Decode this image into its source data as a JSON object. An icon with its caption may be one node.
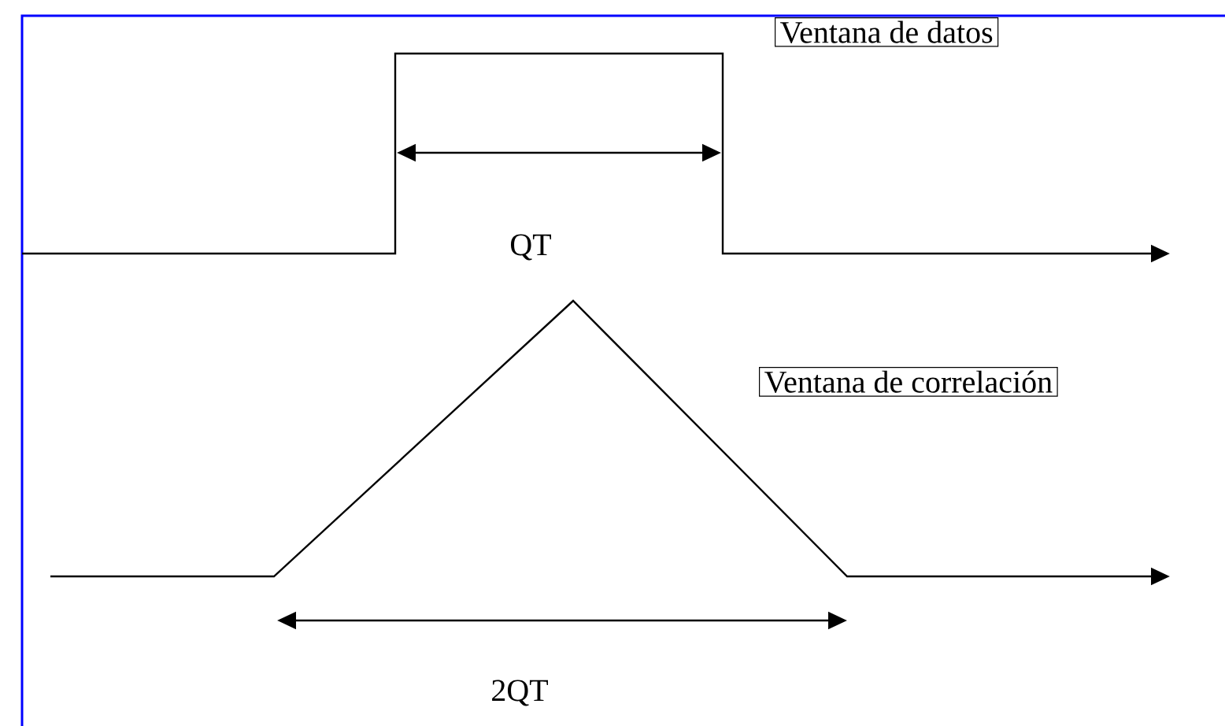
{
  "diagram": {
    "nodes": [
      {
        "text": [
          "Ventana de datos"
        ]
      },
      {
        "text": [
          "Ventana de correlación"
        ]
      }
    ],
    "labels": [
      "QT",
      "2QT"
    ]
  }
}
